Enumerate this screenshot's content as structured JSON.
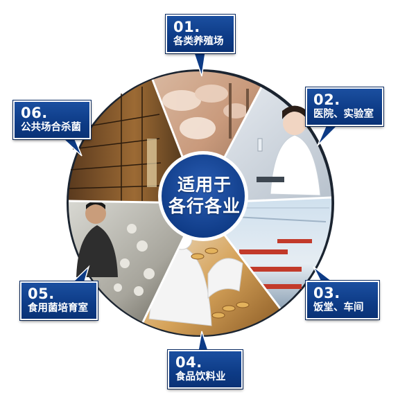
{
  "center": {
    "line1": "适用于",
    "line2": "各行各业"
  },
  "segments": [
    {
      "num": "01.",
      "text": "各类养殖场",
      "icon": "pig-farm-photo"
    },
    {
      "num": "02.",
      "text": "医院、实验室",
      "icon": "lab-technician-photo"
    },
    {
      "num": "03.",
      "text": "饭堂、车间",
      "icon": "cafeteria-photo"
    },
    {
      "num": "04.",
      "text": "食品饮料业",
      "icon": "food-production-photo"
    },
    {
      "num": "05.",
      "text": "食用菌培育室",
      "icon": "mushroom-room-photo"
    },
    {
      "num": "06.",
      "text": "公共场合杀菌",
      "icon": "library-shelves-photo"
    }
  ],
  "colors": {
    "label_blue": "#0d3b86",
    "center_blue": "#123f8c",
    "border": "#ffffff"
  }
}
